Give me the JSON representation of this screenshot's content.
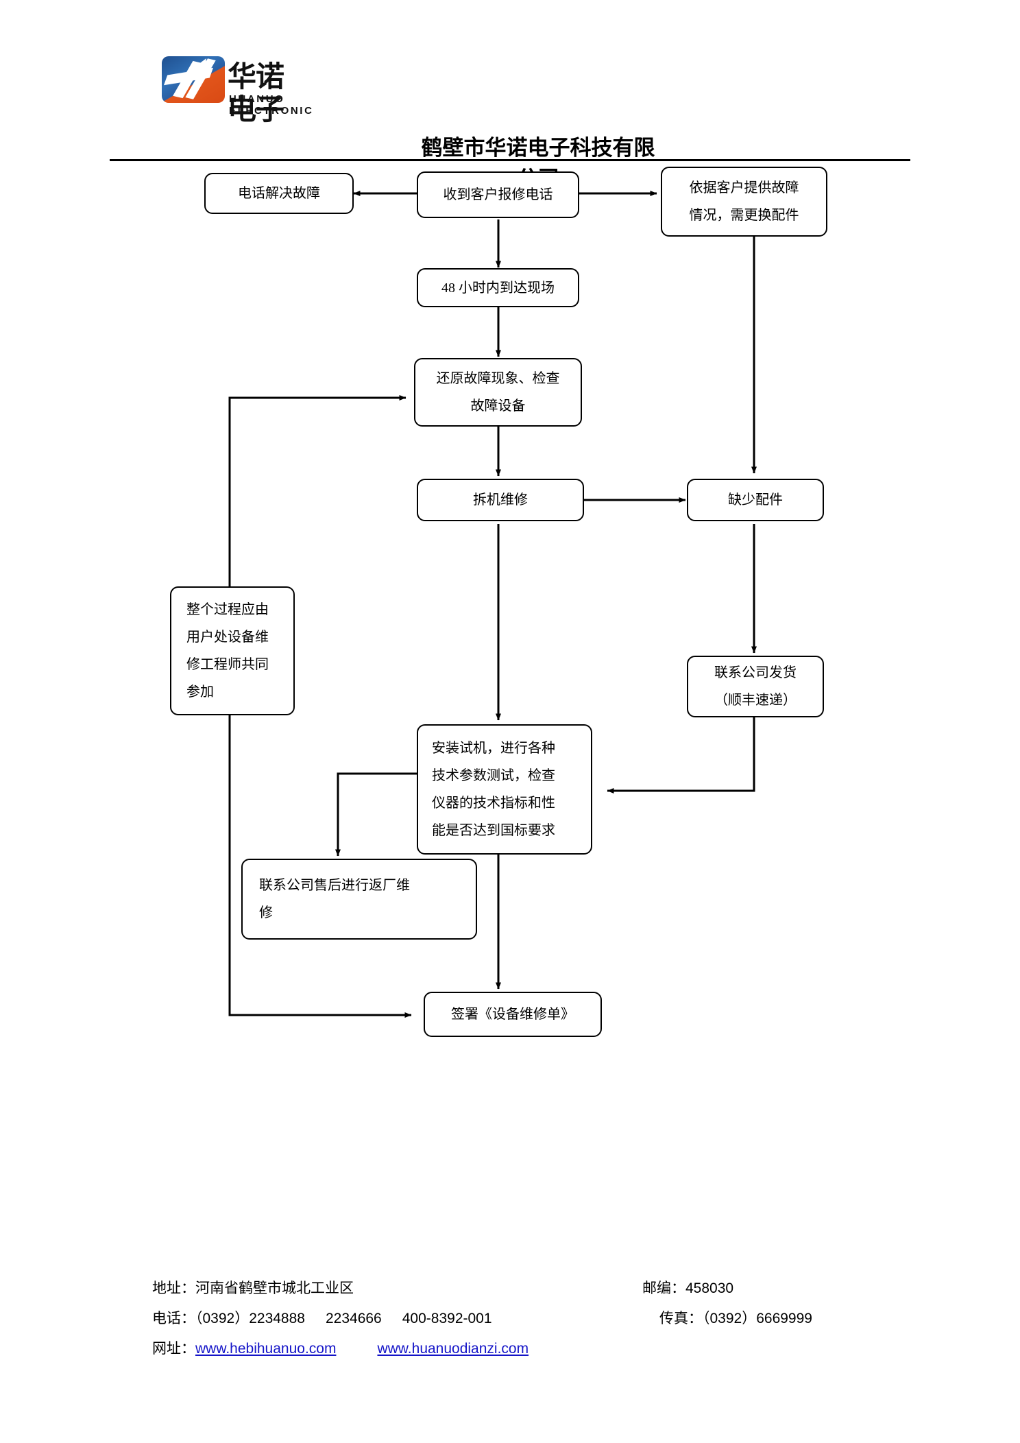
{
  "header": {
    "logo_cn": "华诺电子",
    "logo_en": "HUANUO ELECTRONIC",
    "company_title": "鹤壁市华诺电子科技有限公司"
  },
  "flowchart": {
    "type": "flowchart",
    "nodes": [
      {
        "id": "n1",
        "label": "电话解决故障"
      },
      {
        "id": "n2",
        "label": "收到客户报修电话"
      },
      {
        "id": "n3",
        "label": "依据客户提供故障情况，需更换配件"
      },
      {
        "id": "n4",
        "label": "48 小时内到达现场"
      },
      {
        "id": "n5",
        "label": "还原故障现象、检查故障设备"
      },
      {
        "id": "n6",
        "label": "拆机维修"
      },
      {
        "id": "n7",
        "label": "缺少配件"
      },
      {
        "id": "n8",
        "label": "整个过程应由用户处设备维修工程师共同参加"
      },
      {
        "id": "n9",
        "label": "联系公司发货（顺丰速递）"
      },
      {
        "id": "n10",
        "label": "安装试机，进行各种技术参数测试，检查仪器的技术指标和性能是否达到国标要求"
      },
      {
        "id": "n11",
        "label": "联系公司售后进行返厂维修"
      },
      {
        "id": "n12",
        "label": "签署《设备维修单》"
      }
    ],
    "node_lines": {
      "n1": [
        "电话解决故障"
      ],
      "n2": [
        "收到客户报修电话"
      ],
      "n3": [
        "依据客户提供故障",
        "情况，需更换配件"
      ],
      "n4": [
        "48 小时内到达现场"
      ],
      "n5": [
        "还原故障现象、检查",
        "故障设备"
      ],
      "n6": [
        "拆机维修"
      ],
      "n7": [
        "缺少配件"
      ],
      "n8": [
        "整个过程应由",
        "用户处设备维",
        "修工程师共同",
        "参加"
      ],
      "n9": [
        "联系公司发货",
        "（顺丰速递）"
      ],
      "n10": [
        "安装试机，进行各种",
        "技术参数测试，检查",
        "仪器的技术指标和性",
        "能是否达到国标要求"
      ],
      "n11": [
        "联系公司售后进行返厂维",
        "修"
      ],
      "n12": [
        "签署《设备维修单》"
      ]
    },
    "edges": [
      {
        "from": "n2",
        "to": "n1"
      },
      {
        "from": "n2",
        "to": "n3"
      },
      {
        "from": "n2",
        "to": "n4"
      },
      {
        "from": "n4",
        "to": "n5"
      },
      {
        "from": "n5",
        "to": "n6"
      },
      {
        "from": "n6",
        "to": "n7"
      },
      {
        "from": "n3",
        "to": "n7"
      },
      {
        "from": "n7",
        "to": "n9"
      },
      {
        "from": "n6",
        "to": "n10"
      },
      {
        "from": "n9",
        "to": "n10"
      },
      {
        "from": "n10",
        "to": "n11"
      },
      {
        "from": "n10",
        "to": "n12"
      },
      {
        "from": "n8",
        "to": "n5"
      },
      {
        "from": "n8",
        "to": "n12"
      }
    ]
  },
  "footer": {
    "address_label": "地址：",
    "address_value": "河南省鹤壁市城北工业区",
    "zip_label": "邮编：",
    "zip_value": "458030",
    "phone_label": "电话：",
    "phone_value": "（0392）2234888",
    "phone_value2": "2234666",
    "phone_value3": "400-8392-001",
    "fax_label": "传真：",
    "fax_value": "（0392）6669999",
    "web_label": "网址：",
    "web_value1": "www.hebihuanuo.com",
    "web_value2": "www.huanuodianzi.com"
  }
}
